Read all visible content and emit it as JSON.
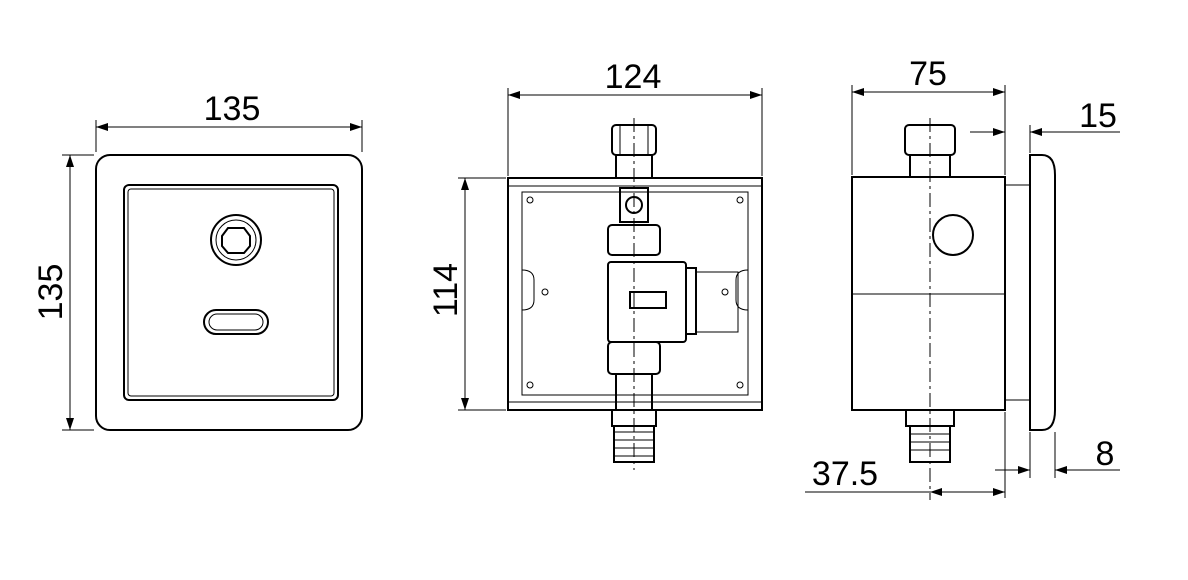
{
  "front_view": {
    "width_label": "135",
    "height_label": "135"
  },
  "box_view": {
    "width_label": "124",
    "height_label": "114"
  },
  "side_view": {
    "width_label": "75",
    "plate_gap_label": "15",
    "plate_thickness_label": "8",
    "outlet_offset_label": "37.5"
  }
}
